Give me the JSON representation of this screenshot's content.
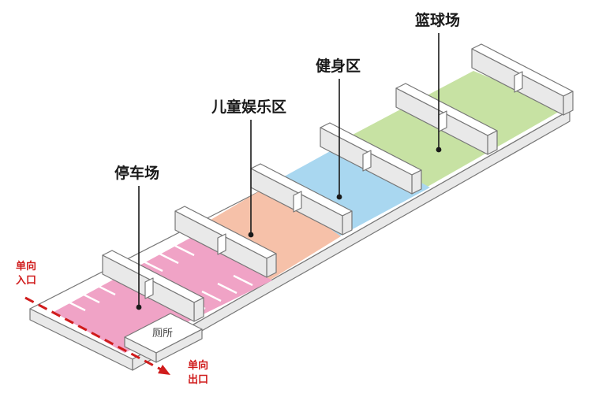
{
  "zones": {
    "basketball": {
      "label": "篮球场",
      "color": "#c7e2a3"
    },
    "fitness": {
      "label": "健身区",
      "color": "#a9d7f0"
    },
    "kids": {
      "label": "儿童娱乐区",
      "color": "#f6c1a9"
    },
    "parking": {
      "label": "停车场",
      "color": "#f0a3c6"
    }
  },
  "toilet": {
    "label": "厕所"
  },
  "entrance": {
    "line1": "单向",
    "line2": "入口"
  },
  "exit": {
    "line1": "单向",
    "line2": "出口"
  },
  "colors": {
    "arrow": "#d01c1c",
    "leader": "#1a1a1a"
  }
}
